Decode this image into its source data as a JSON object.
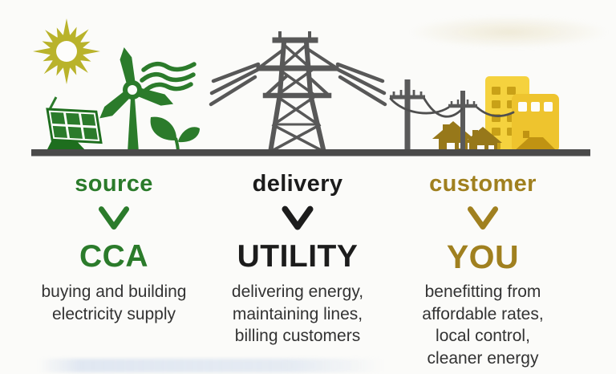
{
  "page": {
    "background": "#fbfbf9",
    "title": "source / delivery / customer energy flow infographic"
  },
  "colors": {
    "green": "#2b7b2b",
    "dark_green": "#1e6e1e",
    "sun_yellow": "#b9b32b",
    "black": "#1c1c1c",
    "tower_gray": "#585858",
    "ground_gray": "#4a4a4a",
    "gold": "#a0801f",
    "house_gold": "#97781a",
    "building_yellow_light": "#f5d23e",
    "building_yellow_deep": "#eec42e",
    "window_gold": "#c9a117",
    "body_text": "#333333"
  },
  "scene": {
    "icons": [
      "sun-icon",
      "wind-turbine-icon",
      "wind-waves-icon",
      "solar-panel-icon",
      "sprout-icon",
      "transmission-tower-icon",
      "power-lines-icon",
      "utility-poles-icon",
      "power-wires-icon",
      "houses-icon",
      "buildings-icon",
      "ground-line"
    ]
  },
  "columns": [
    {
      "id": "source",
      "label": "source",
      "term": "CCA",
      "color": "#2b7b2b",
      "description": [
        "buying and building",
        "electricity supply"
      ]
    },
    {
      "id": "delivery",
      "label": "delivery",
      "term": "UTILITY",
      "color": "#1c1c1c",
      "description": [
        "delivering energy,",
        "maintaining lines,",
        "billing customers"
      ]
    },
    {
      "id": "customer",
      "label": "customer",
      "term": "YOU",
      "color": "#a0801f",
      "description": [
        "benefitting from",
        "affordable rates,",
        "local control,",
        "cleaner energy"
      ]
    }
  ]
}
